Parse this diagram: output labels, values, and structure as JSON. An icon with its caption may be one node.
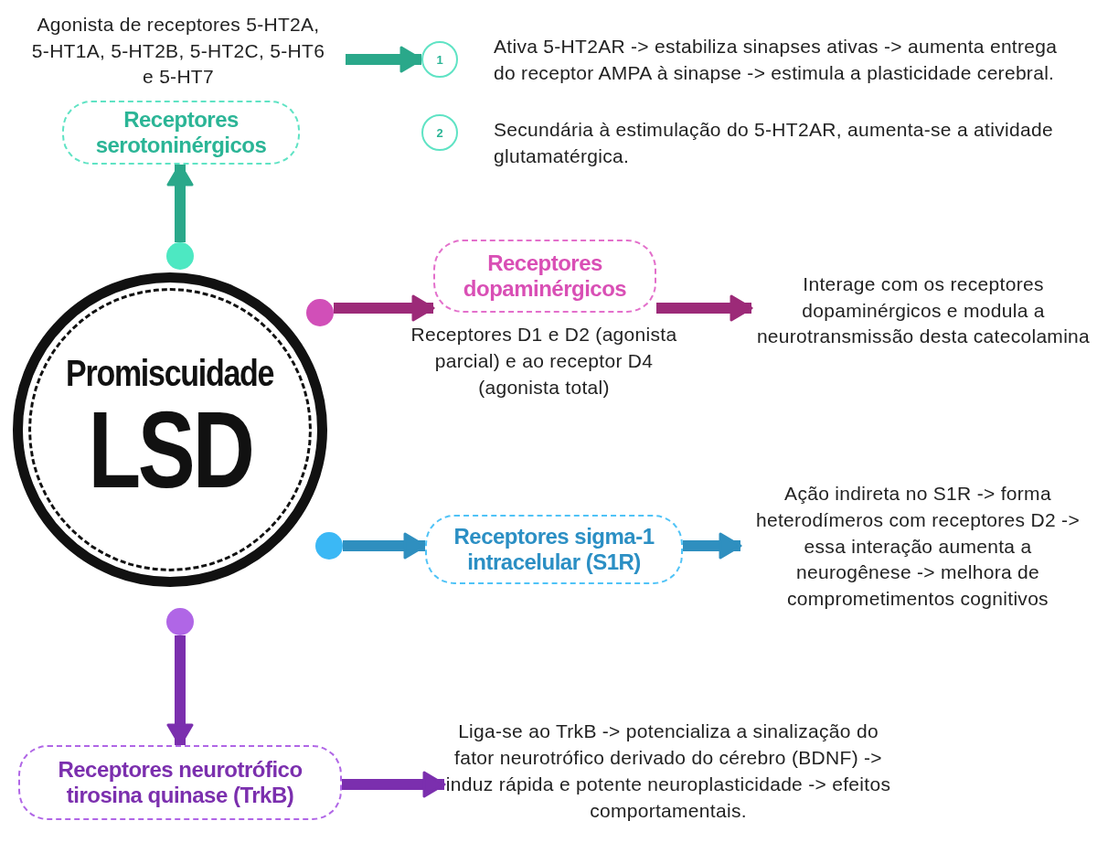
{
  "diagram": {
    "nodes": [
      {
        "text": [
          "Promiscuidade",
          "LSD"
        ]
      },
      {
        "text": [],
        "shape": "circle"
      },
      {
        "text": [],
        "shape": "circle"
      },
      {
        "text": [],
        "shape": "circle"
      },
      {
        "text": [],
        "shape": "circle"
      },
      {
        "text": [
          "Receptores serotoninérgicos"
        ]
      },
      {
        "text": [
          "Agonista de receptores 5-HT2A, 5-HT1A, 5-HT2B, 5-HT2C, 5-HT6 e 5-HT7"
        ]
      },
      {
        "text": [
          "1"
        ]
      },
      {
        "text": [
          "Ativa 5-HT2AR -> estabiliza sinapses ativas -> aumenta entrega do receptor AMPA à sinapse -> estimula a plasticidade cerebral."
        ]
      },
      {
        "text": [
          "2"
        ]
      },
      {
        "text": [
          "Secundária à estimulação do 5-HT2AR, aumenta-se a atividade glutamatérgica."
        ]
      },
      {
        "text": [
          "Receptores dopaminérgicos"
        ],
        "beside": [
          "Receptores D1 e D2 (agonista parcial) e ao receptor D4 (agonista total)"
        ]
      },
      {
        "text": [
          "Interage com os receptores dopaminérgicos e modula a neurotransmissão desta catecolamina"
        ]
      },
      {
        "text": [
          "Receptores sigma-1 intracelular (S1R)"
        ]
      },
      {
        "text": [
          "Ação indireta no S1R -> forma heterodímeros com receptores D2 -> essa interação aumenta a neurogênese -> melhora de comprometimentos cognitivos"
        ]
      },
      {
        "text": [
          "Receptores neurotrófico tirosina quinase (TrkB)"
        ]
      },
      {
        "text": [
          "Liga-se ao TrkB -> potencializa a sinalização do fator neurotrófico derivado do cérebro (BDNF) -> induz rápida e potente neuroplasticidade -> efeitos comportamentais."
        ]
      }
    ],
    "edges": [
      {
        "from": 1,
        "to": 5,
        "arrow": "to",
        "color": "#2aa88a"
      },
      {
        "from": 6,
        "to": 7,
        "arrow": "to",
        "color": "#2aa88a"
      },
      {
        "from": 2,
        "to": 11,
        "arrow": "to",
        "color": "#9c2a78"
      },
      {
        "from": 11,
        "to": 12,
        "arrow": "to",
        "color": "#9c2a78"
      },
      {
        "from": 3,
        "to": 13,
        "arrow": "to",
        "color": "#2f8fbf"
      },
      {
        "from": 13,
        "to": 14,
        "arrow": "to",
        "color": "#2f8fbf"
      },
      {
        "from": 4,
        "to": 15,
        "arrow": "to",
        "color": "#7b2fae"
      },
      {
        "from": 15,
        "to": 16,
        "arrow": "to",
        "color": "#7b2fae"
      }
    ]
  }
}
